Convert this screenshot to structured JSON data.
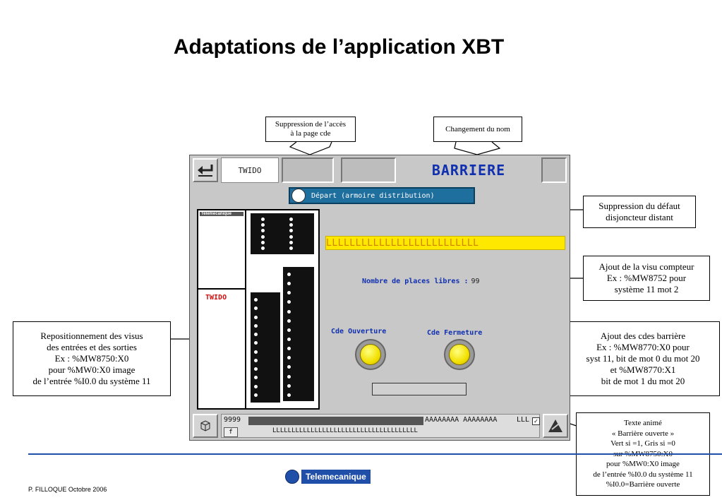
{
  "slide": {
    "title": "Adaptations de l’application XBT",
    "footer_author": "P. FILLOQUE Octobre 2006",
    "footer_logo": "Telemecanique"
  },
  "annotations": {
    "suppression_acces": "Suppression de l’accès\nà la page cde",
    "changement_nom": "Changement du nom",
    "suppression_defaut": "Suppression du défaut\ndisjoncteur distant",
    "ajout_visu_compteur": "Ajout de la visu compteur\nEx : %MW8752 pour\nsystème 11 mot 2",
    "repositionnement": "Repositionnement des visus\ndes entrées et des sorties\nEx : %MW8750:X0\npour %MW0:X0 image\nde l’entrée %I0.0 du système 11",
    "ajout_cdes": "Ajout des cdes barrière\nEx : %MW8770:X0 pour\nsyst 11, bit de mot 0 du mot 20\net  %MW8770:X1\nbit de mot 1 du mot 20",
    "texte_anime": "Texte animé\n« Barrière ouverte »\nVert si =1, Gris si =0\nsur %MW8750:X0\npour %MW0:X0 image\nde l’entrée %I0.0 du système 11\n%I0.0=Barrière ouverte"
  },
  "screen": {
    "tab_twido": "TWIDO",
    "header_title": "BARRIERE",
    "depart_label": "Départ (armoire distribution)",
    "plc_brand": "Telemecanique",
    "plc_model": "TWIDO",
    "counter_bar": "LLLLLLLLLLLLLLLLLLLLLLLLLL",
    "places_label": "Nombre de places libres :",
    "places_value": "99",
    "cde_ouverture": "Cde Ouverture",
    "cde_fermeture": "Cde Fermeture",
    "status_value": "9999",
    "status_f": "f",
    "status_right": "AAAAAAAA AAAAAAAA",
    "status_lll": "LLL",
    "status_bottom": "LLLLLLLLLLLLLLLLLLLLLLLLLLLLLLLLLLLLLL"
  },
  "colors": {
    "header_blue": "#1030b0",
    "counter_yellow": "#ffe800",
    "depart_bg": "#1e6e9e",
    "footer_line": "#1f4fa8",
    "plc_red": "#d01010"
  }
}
